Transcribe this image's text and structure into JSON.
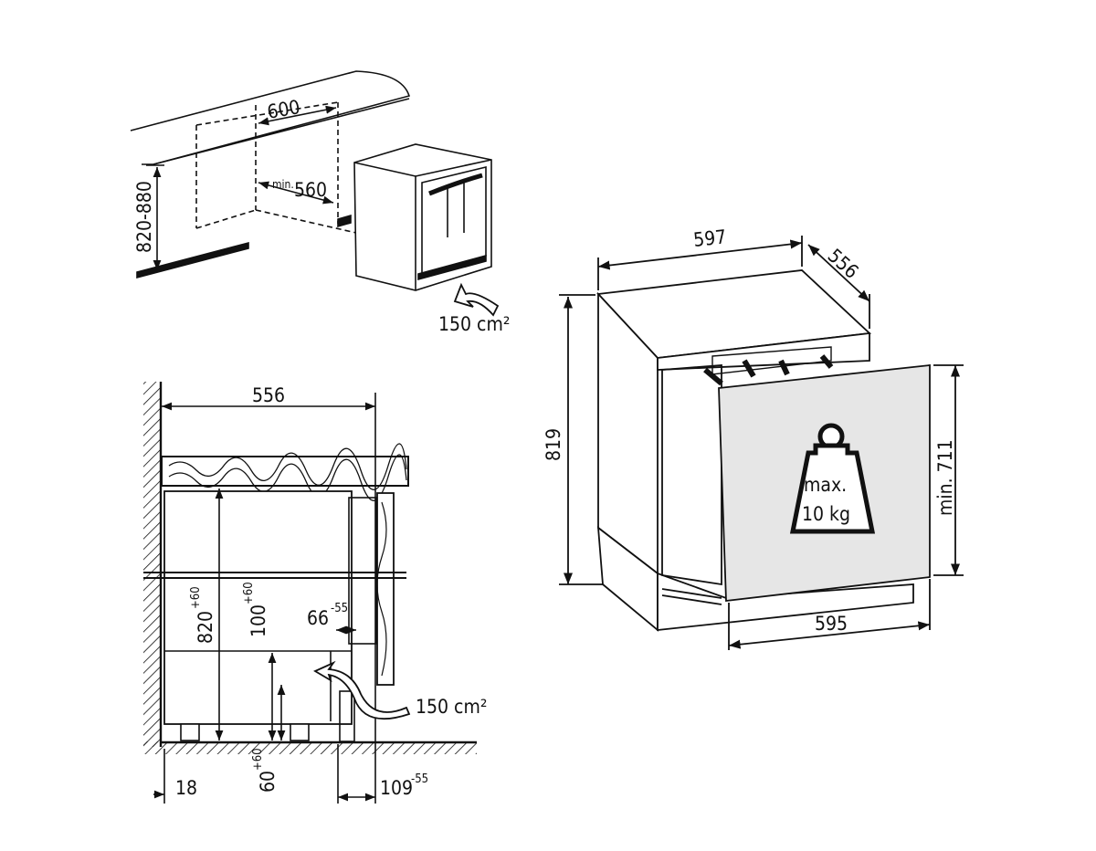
{
  "top_view": {
    "niche_width": "600",
    "min_depth_label": "min.",
    "min_depth_value": "560",
    "niche_height": "820-880",
    "ventilation": "150 cm²"
  },
  "side_section": {
    "depth": "556",
    "height_base": "820",
    "height_tol": "+60",
    "plinth_base": "100",
    "plinth_tol": "+60",
    "gap_base": "66",
    "gap_tol": "-55",
    "ventilation": "150 cm²",
    "foot_offset": "18",
    "foot_height_base": "60",
    "foot_height_tol": "+60",
    "back_base": "109",
    "back_tol": "-55"
  },
  "appliance_view": {
    "width": "597",
    "depth": "556",
    "height": "819",
    "door_width": "595",
    "door_height": "min. 711",
    "max_load_line1": "max.",
    "max_load_line2": "10 kg"
  }
}
